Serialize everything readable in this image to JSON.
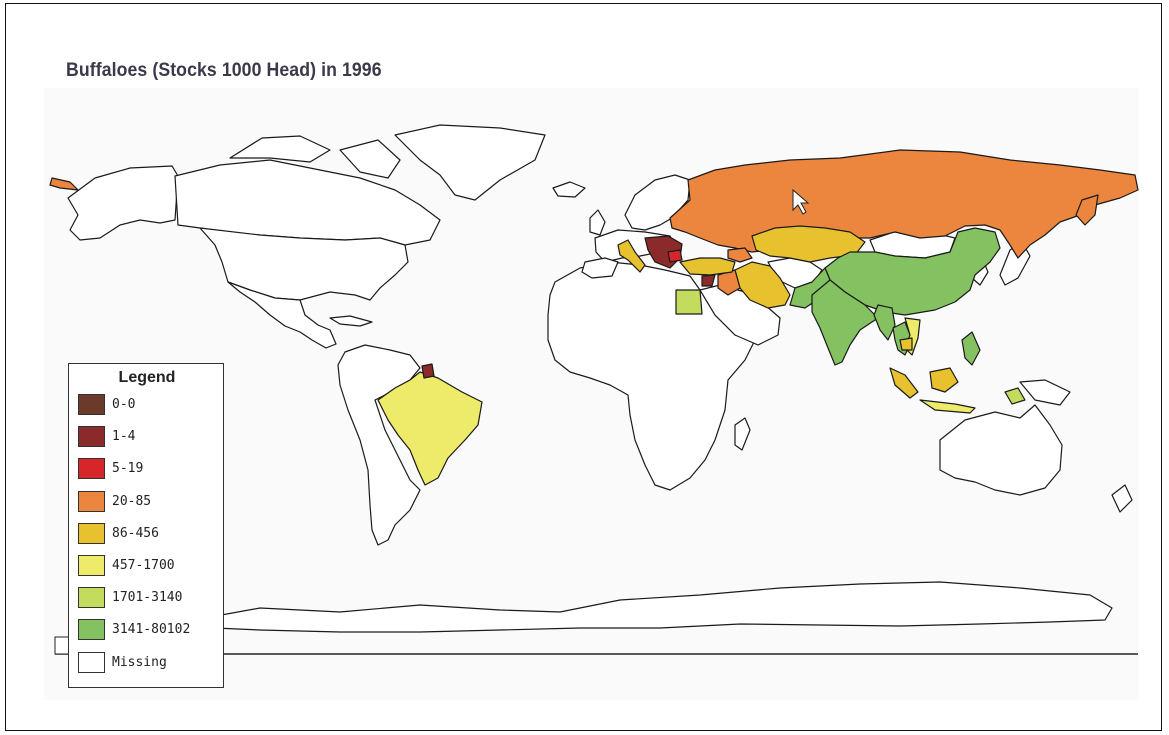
{
  "title": "Buffaloes (Stocks 1000 Head) in 1996",
  "legend": {
    "title": "Legend",
    "items": [
      {
        "label": "0-0",
        "color": "#6b3a2a"
      },
      {
        "label": "1-4",
        "color": "#8b2a2a"
      },
      {
        "label": "5-19",
        "color": "#d7262a"
      },
      {
        "label": "20-85",
        "color": "#ec853e"
      },
      {
        "label": "86-456",
        "color": "#e8c22e"
      },
      {
        "label": "457-1700",
        "color": "#eeea6a"
      },
      {
        "label": "1701-3140",
        "color": "#c3dc5e"
      },
      {
        "label": "3141-80102",
        "color": "#84c161"
      },
      {
        "label": "Missing",
        "color": "#ffffff"
      }
    ]
  },
  "regions": [
    {
      "name": "Russia",
      "class": "20-85"
    },
    {
      "name": "Kazakhstan",
      "class": "86-456"
    },
    {
      "name": "China",
      "class": "3141-80102"
    },
    {
      "name": "India",
      "class": "3141-80102"
    },
    {
      "name": "Pakistan",
      "class": "3141-80102"
    },
    {
      "name": "Iran",
      "class": "86-456"
    },
    {
      "name": "Turkey",
      "class": "86-456"
    },
    {
      "name": "Italy",
      "class": "86-456"
    },
    {
      "name": "Balkans",
      "class": "1-4"
    },
    {
      "name": "Egypt",
      "class": "1701-3140"
    },
    {
      "name": "Brazil",
      "class": "457-1700"
    },
    {
      "name": "Myanmar",
      "class": "3141-80102"
    },
    {
      "name": "Thailand",
      "class": "3141-80102"
    },
    {
      "name": "Vietnam",
      "class": "457-1700"
    },
    {
      "name": "Philippines",
      "class": "3141-80102"
    },
    {
      "name": "Indonesia",
      "class": "86-456"
    },
    {
      "name": "Caucasus",
      "class": "20-85"
    },
    {
      "name": "Guyana",
      "class": "1-4"
    }
  ]
}
